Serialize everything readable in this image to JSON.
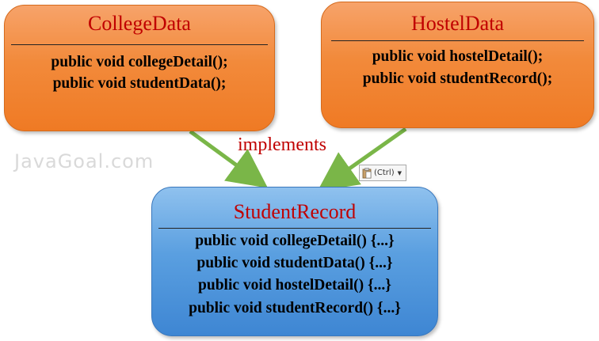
{
  "watermark": "JavaGoal.com",
  "connector_label": "implements",
  "paste_button": {
    "label": "(Ctrl)"
  },
  "boxes": {
    "college": {
      "title": "CollegeData",
      "methods": [
        "public void collegeDetail();",
        "public void studentData();"
      ]
    },
    "hostel": {
      "title": "HostelData",
      "methods": [
        "public void hostelDetail();",
        "public void studentRecord();"
      ]
    },
    "student": {
      "title": "StudentRecord",
      "methods": [
        "public void collegeDetail() {...}",
        "public void studentData() {...}",
        "public void hostelDetail() {...}",
        "public void studentRecord() {...}"
      ]
    }
  },
  "colors": {
    "title_text": "#c00000",
    "interface_fill": "#f28a3b",
    "class_fill": "#5a9fe0",
    "arrow": "#7ab648"
  }
}
